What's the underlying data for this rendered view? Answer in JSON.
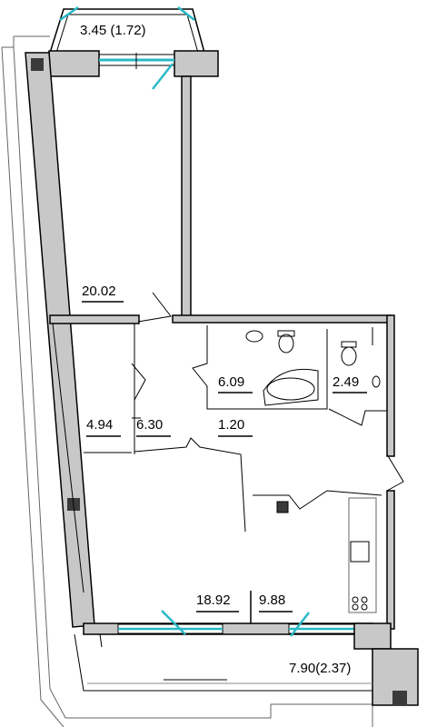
{
  "plan": {
    "rooms": [
      {
        "id": "balcony_top",
        "area": "3.45 (1.72)"
      },
      {
        "id": "room_large",
        "area": "20.02"
      },
      {
        "id": "hall",
        "area": "6.30"
      },
      {
        "id": "corridor",
        "area": "4.94"
      },
      {
        "id": "passage",
        "area": "1.20"
      },
      {
        "id": "bathroom",
        "area": "6.09"
      },
      {
        "id": "wc",
        "area": "2.49"
      },
      {
        "id": "living",
        "area": "18.92"
      },
      {
        "id": "kitchen",
        "area": "9.88"
      },
      {
        "id": "loggia",
        "area": "7.90(2.37)"
      }
    ]
  },
  "colors": {
    "wall_fill": "#c8c8c8",
    "wall_line": "#000000",
    "window": "#29b9c6",
    "column": "#3a3a3a",
    "thin_line": "#6a6a6a"
  }
}
